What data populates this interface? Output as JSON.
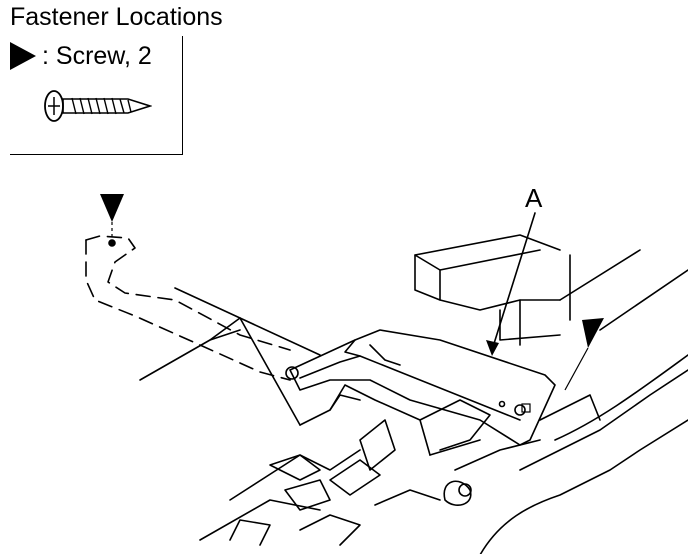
{
  "title": "Fastener Locations",
  "legend": {
    "symbol": "filled-triangle-arrow",
    "text": ": Screw, 2"
  },
  "callouts": {
    "part_a": "A"
  },
  "colors": {
    "ink": "#000000",
    "paper": "#ffffff"
  }
}
